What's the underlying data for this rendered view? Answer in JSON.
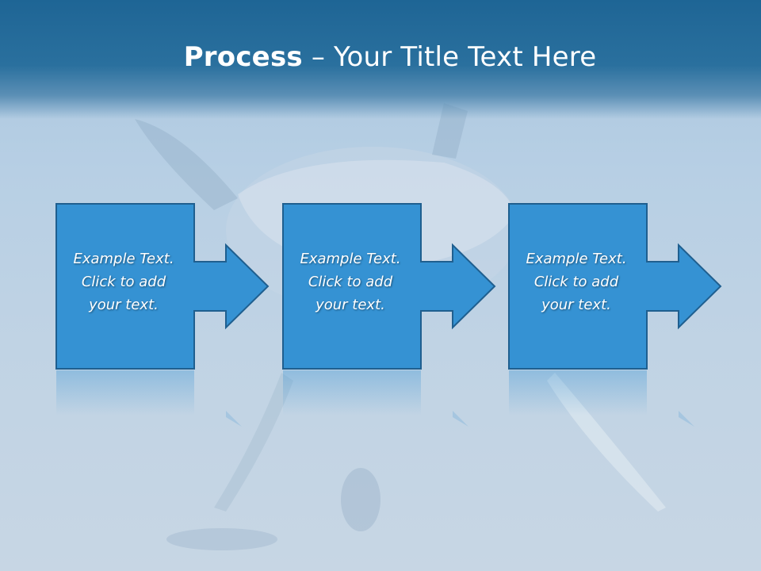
{
  "slide": {
    "title_bold": "Process",
    "title_rest": " – Your Title Text Here"
  },
  "steps": [
    {
      "text": "Example Text.\nClick  to add\nyour text."
    },
    {
      "text": "Example Text.\nClick  to add\nyour text."
    },
    {
      "text": "Example Text.\nClick  to add\nyour text."
    }
  ],
  "colors": {
    "box_fill": "#3592d3",
    "box_border": "#1f5f8f",
    "header": "#1e6595"
  }
}
